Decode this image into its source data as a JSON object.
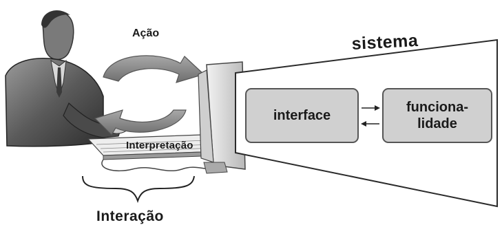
{
  "diagram": {
    "action_label": "Ação",
    "interpretation_label": "Interpretação",
    "interaction_label": "Interação",
    "system_label": "sistema",
    "interface_box": "interface",
    "functionality_box": "funciona-\nlidade"
  },
  "colors": {
    "box_fill": "#d0d0d0",
    "box_border": "#555555",
    "arrow_fill": "#8a8a8a",
    "text": "#1a1a1a"
  },
  "icons": [
    "person-icon",
    "monitor-icon",
    "keyboard-icon",
    "cycle-arrow-icon"
  ]
}
